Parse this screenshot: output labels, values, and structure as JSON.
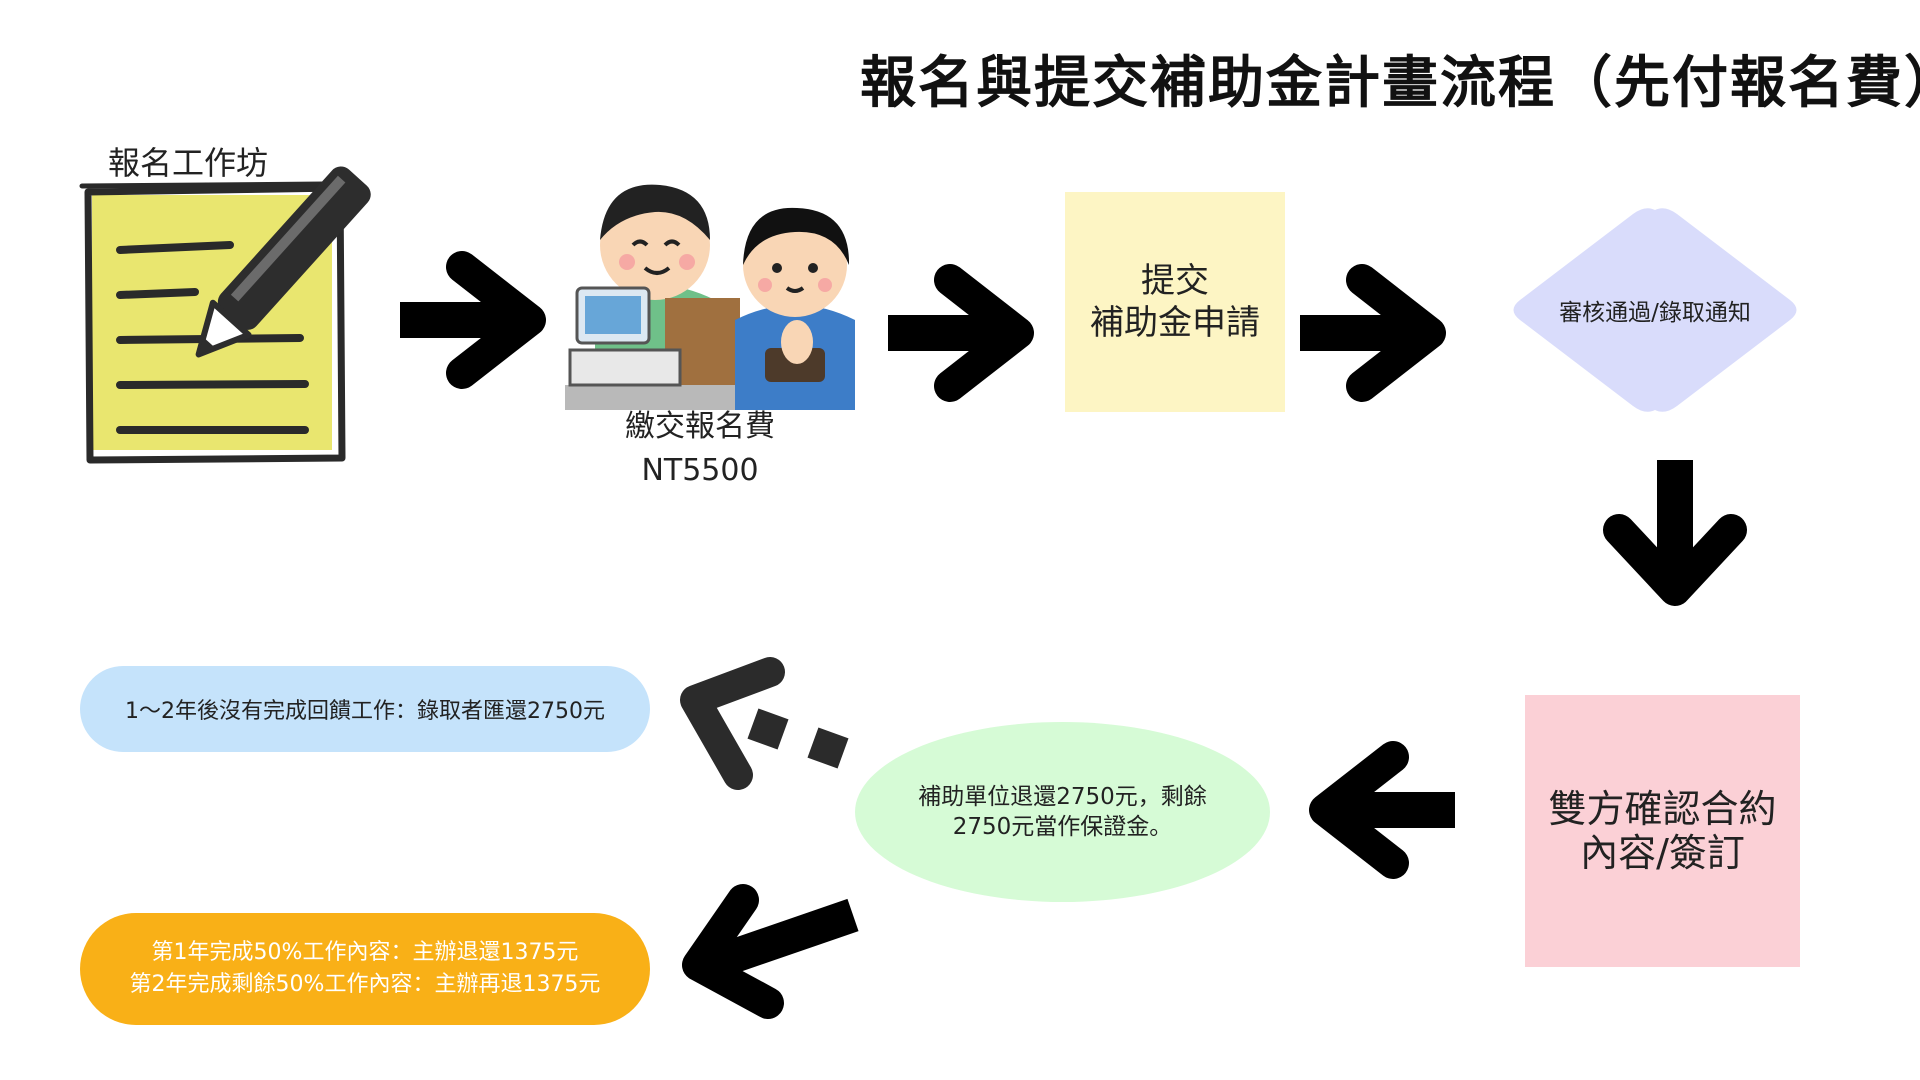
{
  "title": "報名與提交補助金計畫流程（先付報名費）",
  "workshop_label": "報名工作坊",
  "payment": {
    "line1": "繳交報名費",
    "line2": "NT5500"
  },
  "submit_box": {
    "line1": "提交",
    "line2": "補助金申請"
  },
  "review_diamond": "審核通過/錄取通知",
  "contract_box": {
    "line1": "雙方確認合約",
    "line2": "內容/簽訂"
  },
  "refund_ellipse": {
    "line1": "補助單位退還2750元，剩餘",
    "line2": "2750元當作保證金。"
  },
  "fail_pill": "1～2年後沒有完成回饋工作：錄取者匯還2750元",
  "success_pill": {
    "line1": "第1年完成50%工作內容：主辦退還1375元",
    "line2": "第2年完成剩餘50%工作內容：主辦再退1375元"
  },
  "colors": {
    "notepad": "#e9e66f",
    "submit_box": "#fdf5c4",
    "review_diamond": "#d9dcfb",
    "contract_box": "#fbd0d6",
    "refund_ellipse": "#d6fbd6",
    "fail_pill": "#c5e3fb",
    "success_pill": "#f9b017",
    "arrow": "#000000"
  }
}
